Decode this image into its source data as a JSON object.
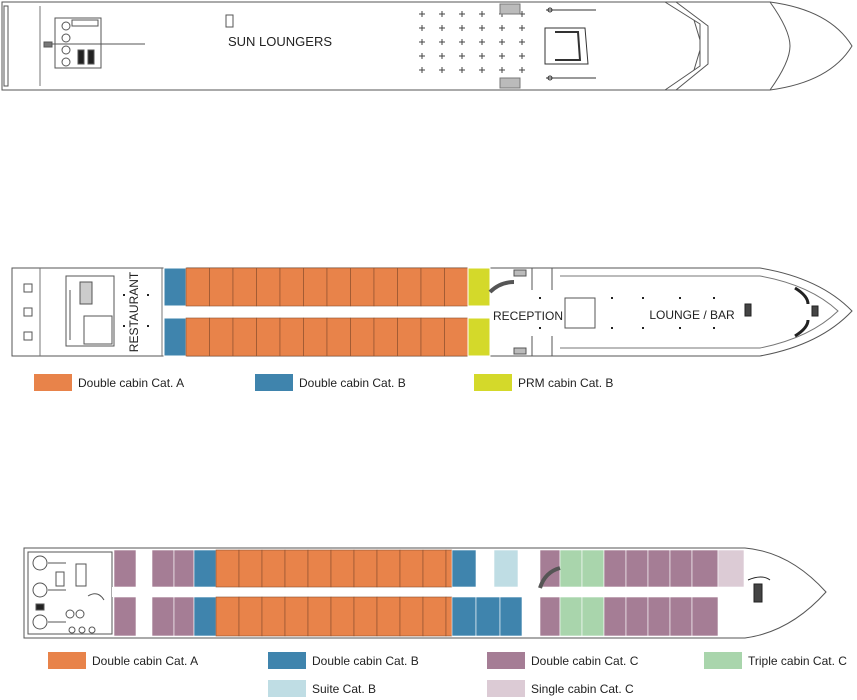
{
  "colors": {
    "cat_a_double": "#e8834a",
    "cat_b_double": "#3f84ad",
    "cat_b_prm": "#d4d92a",
    "cat_c_double": "#a57d95",
    "cat_c_triple": "#a9d5ac",
    "suite_b": "#bfdde4",
    "single_c": "#dccbd5",
    "outline": "#555555"
  },
  "sun_deck": {
    "label": "SUN LOUNGERS"
  },
  "middle_deck": {
    "restaurant_label": "RESTAURANT",
    "reception_label": "RECEPTION",
    "lounge_label": "LOUNGE / BAR",
    "legend": [
      {
        "label": "Double cabin Cat. A",
        "color_key": "cat_a_double"
      },
      {
        "label": "Double cabin Cat. B",
        "color_key": "cat_b_double"
      },
      {
        "label": "PRM cabin Cat. B",
        "color_key": "cat_b_prm"
      }
    ]
  },
  "lower_deck": {
    "legend": [
      {
        "label": "Double cabin Cat. A",
        "color_key": "cat_a_double"
      },
      {
        "label": "Double cabin Cat. B",
        "color_key": "cat_b_double"
      },
      {
        "label": "Double cabin Cat. C",
        "color_key": "cat_c_double"
      },
      {
        "label": "Triple cabin Cat. C",
        "color_key": "cat_c_triple"
      },
      {
        "label": "Suite Cat. B",
        "color_key": "suite_b"
      },
      {
        "label": "Single cabin Cat. C",
        "color_key": "single_c"
      }
    ]
  }
}
